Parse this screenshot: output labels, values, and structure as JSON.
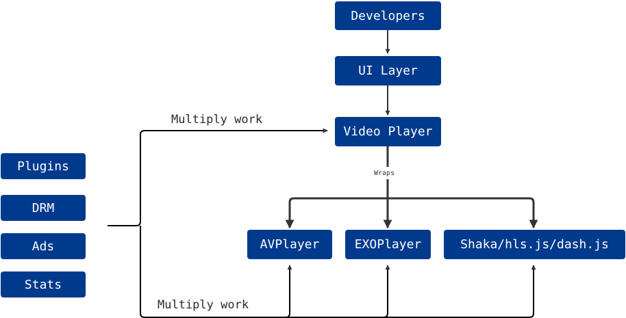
{
  "nodes": {
    "developers": "Developers",
    "ui_layer": "UI Layer",
    "video_player": "Video Player",
    "avplayer": "AVPlayer",
    "exoplayer": "EXOPlayer",
    "web_players": "Shaka/hls.js/dash.js",
    "plugins": "Plugins",
    "drm": "DRM",
    "ads": "Ads",
    "stats": "Stats"
  },
  "edge_labels": {
    "wraps": "Wraps",
    "multiply_work_top": "Multiply work",
    "multiply_work_bottom": "Multiply work"
  },
  "colors": {
    "node_fill": "#003a8c",
    "node_text": "#ffffff",
    "line": "#000000",
    "arrow": "#333333"
  }
}
